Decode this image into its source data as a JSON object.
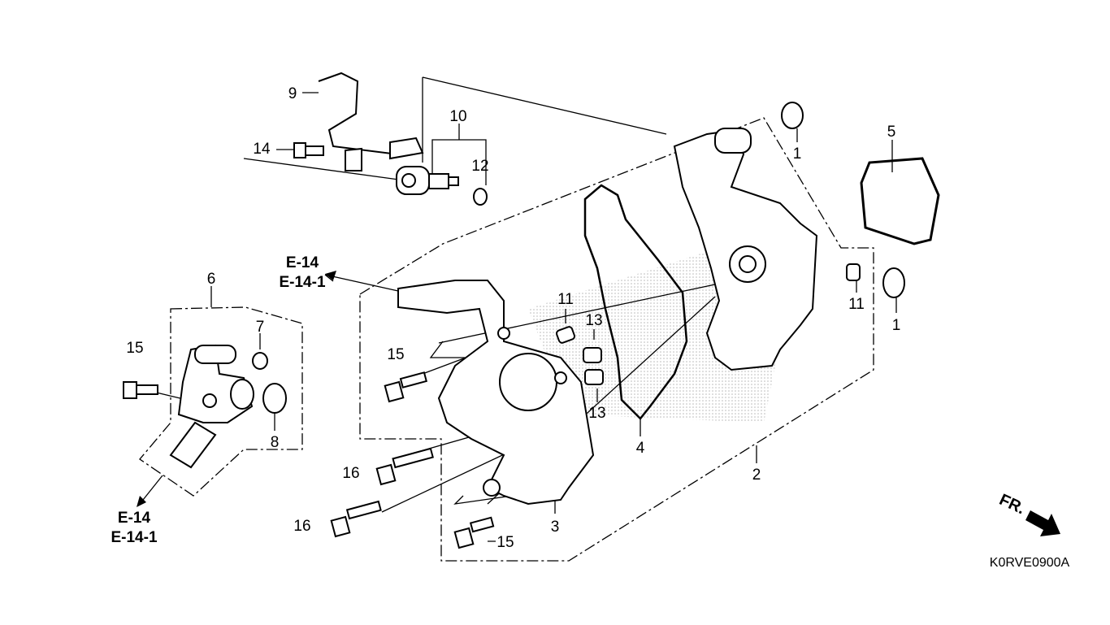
{
  "diagram": {
    "title_code": "K0RVE0900A",
    "direction_label": "FR.",
    "ref_top": {
      "line1": "E-14",
      "line2": "E-14-1"
    },
    "ref_bottom": {
      "line1": "E-14",
      "line2": "E-14-1"
    },
    "callouts": {
      "c1a": "1",
      "c1b": "1",
      "c2": "2",
      "c3": "3",
      "c4": "4",
      "c5": "5",
      "c6": "6",
      "c7": "7",
      "c8": "8",
      "c9": "9",
      "c10": "10",
      "c11a": "11",
      "c11b": "11",
      "c12": "12",
      "c13a": "13",
      "c13b": "13",
      "c14": "14",
      "c15a": "15",
      "c15b": "15",
      "c15c": "15",
      "c16a": "16",
      "c16b": "16"
    }
  }
}
